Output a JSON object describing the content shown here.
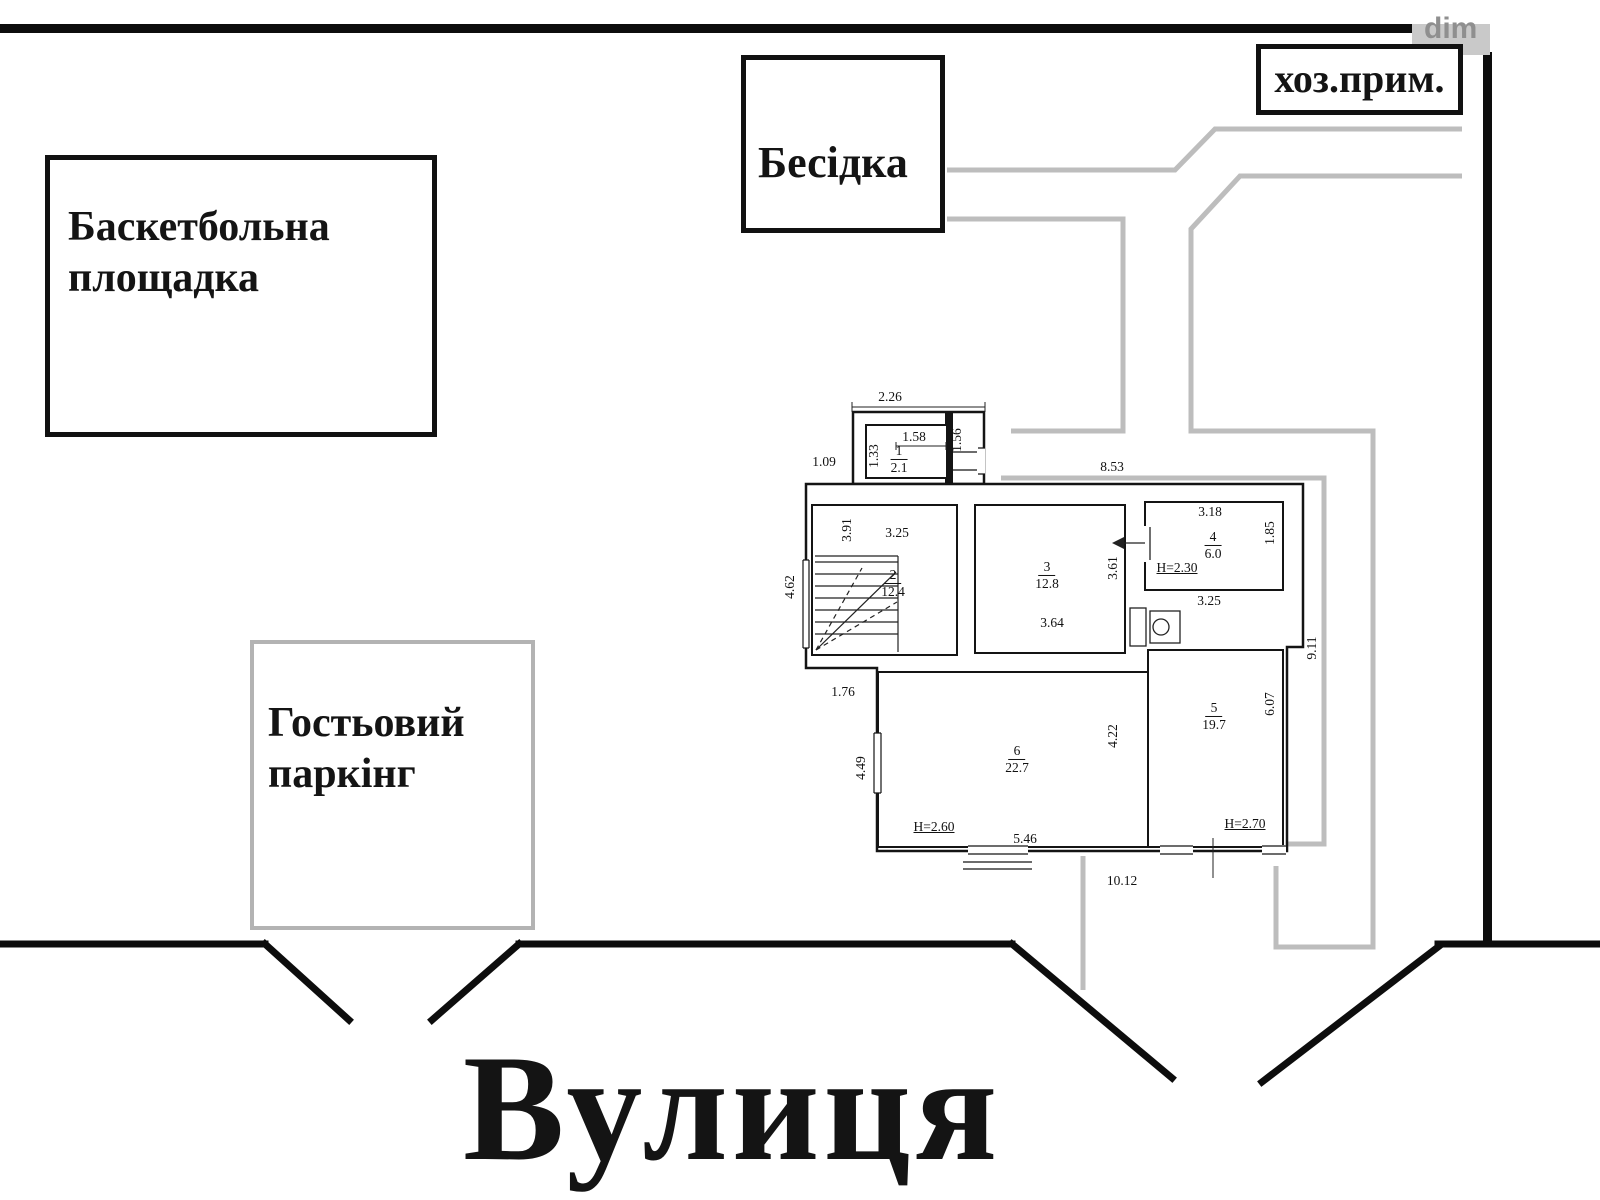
{
  "watermark": "dim",
  "site": {
    "basketball_line1": "Баскетбольна",
    "basketball_line2": "площадка",
    "gazebo": "Бесідка",
    "utility": "хоз.прим.",
    "parking_line1": "Гостьовий",
    "parking_line2": "паркінг",
    "street": "Вулиця"
  },
  "plan": {
    "rooms": [
      {
        "number": "1",
        "area": "2.1"
      },
      {
        "number": "2",
        "area": "12.4"
      },
      {
        "number": "3",
        "area": "12.8"
      },
      {
        "number": "4",
        "area": "6.0"
      },
      {
        "number": "5",
        "area": "19.7"
      },
      {
        "number": "6",
        "area": "22.7"
      }
    ],
    "dims": [
      "2.26",
      "1.58",
      "1.56",
      "1.33",
      "1.09",
      "8.53",
      "3.91",
      "3.25",
      "4.62",
      "3.61",
      "3.18",
      "1.85",
      "H=2.30",
      "3.25",
      "3.64",
      "9.11",
      "6.07",
      "4.22",
      "4.49",
      "H=2.60",
      "5.46",
      "H=2.70",
      "10.12",
      "1.76"
    ]
  },
  "colors": {
    "line_black": "#0d0d0d",
    "wall_black": "#141414",
    "walkway_gray": "#bdbdbd",
    "parking_border_gray": "#b3b3b3",
    "watermark_gray": "#8f8f8f"
  }
}
